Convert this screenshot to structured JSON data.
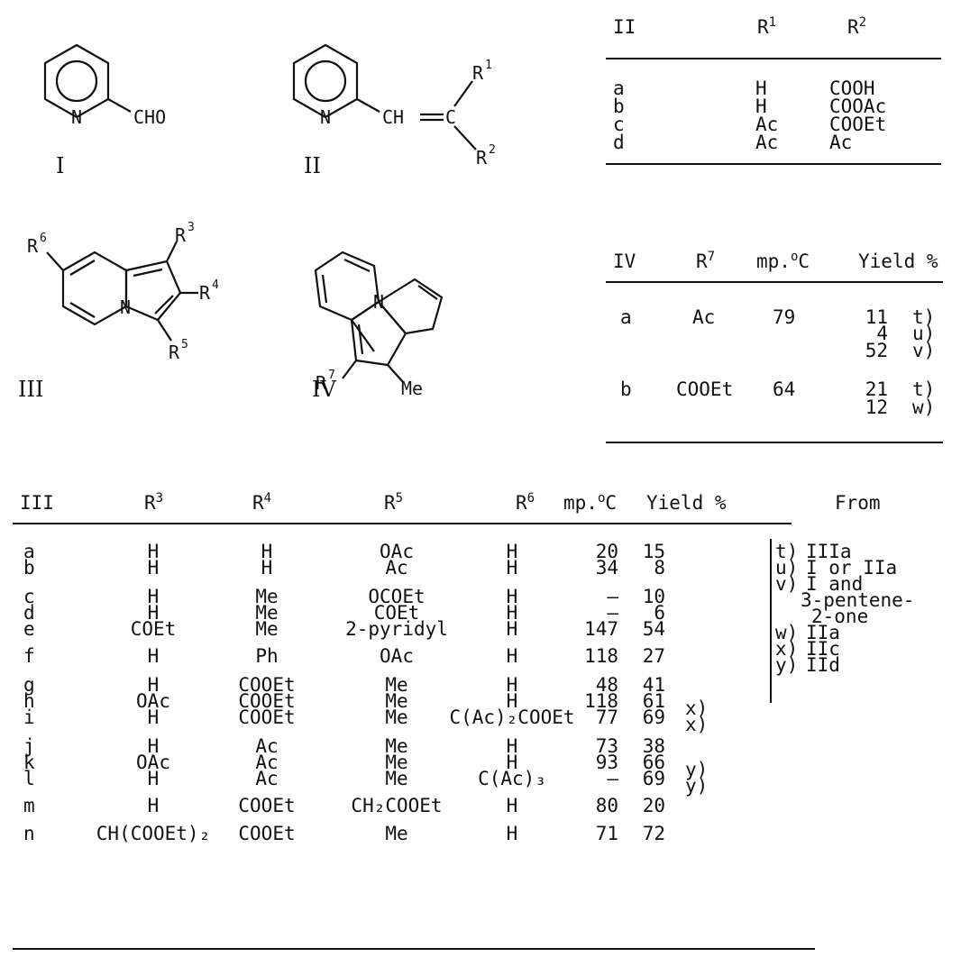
{
  "structures": {
    "I": {
      "label": "I",
      "N": "N",
      "group": "CHO"
    },
    "II": {
      "label": "II",
      "N": "N",
      "chain": "CH=C",
      "r1": "R",
      "r1sup": "1",
      "r2": "R",
      "r2sup": "2"
    },
    "III": {
      "label": "III",
      "N": "N",
      "r3": "R",
      "r3sup": "3",
      "r4": "R",
      "r4sup": "4",
      "r5": "R",
      "r5sup": "5",
      "r6": "R",
      "r6sup": "6"
    },
    "IV": {
      "label": "IV",
      "N": "N",
      "r7": "R",
      "r7sup": "7",
      "me": "Me"
    }
  },
  "tableII": {
    "headers": [
      "II",
      "R",
      "1",
      "R",
      "2"
    ],
    "rows": [
      [
        "a",
        "H",
        "COOH"
      ],
      [
        "b",
        "H",
        "COOAc"
      ],
      [
        "c",
        "Ac",
        "COOEt"
      ],
      [
        "d",
        "Ac",
        "Ac"
      ]
    ]
  },
  "tableIV": {
    "headers": [
      "IV",
      "R",
      "7",
      "mp.",
      "o",
      "C",
      "Yield %"
    ],
    "rows": [
      {
        "id": "a",
        "r7": "Ac",
        "mp": "79",
        "yields": [
          [
            "11",
            "t)"
          ],
          [
            "4",
            "u)"
          ],
          [
            "52",
            "v)"
          ]
        ]
      },
      {
        "id": "b",
        "r7": "COOEt",
        "mp": "64",
        "yields": [
          [
            "21",
            "t)"
          ],
          [
            "12",
            "w)"
          ]
        ]
      }
    ]
  },
  "tableIII": {
    "headers": {
      "id": "III",
      "r3": "R",
      "r3s": "3",
      "r4": "R",
      "r4s": "4",
      "r5": "R",
      "r5s": "5",
      "r6": "R",
      "r6s": "6",
      "mp": "mp.",
      "mps": "o",
      "mpc": "C",
      "yield": "Yield %",
      "from": "From"
    },
    "rows": [
      {
        "id": "a",
        "r3": "H",
        "r4": "H",
        "r5": "OAc",
        "r6": "H",
        "mp": "20",
        "y": "15",
        "note": ""
      },
      {
        "id": "b",
        "r3": "H",
        "r4": "H",
        "r5": "Ac",
        "r6": "H",
        "mp": "34",
        "y": "8",
        "note": ""
      },
      {
        "id": "c",
        "r3": "H",
        "r4": "Me",
        "r5": "OCOEt",
        "r6": "H",
        "mp": "–",
        "y": "10",
        "note": ""
      },
      {
        "id": "d",
        "r3": "H",
        "r4": "Me",
        "r5": "COEt",
        "r6": "H",
        "mp": "–",
        "y": "6",
        "note": ""
      },
      {
        "id": "e",
        "r3": "COEt",
        "r4": "Me",
        "r5": "2-pyridyl",
        "r6": "H",
        "mp": "147",
        "y": "54",
        "note": ""
      },
      {
        "id": "f",
        "r3": "H",
        "r4": "Ph",
        "r5": "OAc",
        "r6": "H",
        "mp": "118",
        "y": "27",
        "note": ""
      },
      {
        "id": "g",
        "r3": "H",
        "r4": "COOEt",
        "r5": "Me",
        "r6": "H",
        "mp": "48",
        "y": "41",
        "note": ""
      },
      {
        "id": "h",
        "r3": "OAc",
        "r4": "COOEt",
        "r5": "Me",
        "r6": "H",
        "mp": "118",
        "y": "61",
        "note": "x)"
      },
      {
        "id": "i",
        "r3": "H",
        "r4": "COOEt",
        "r5": "Me",
        "r6": "C(Ac)₂COOEt",
        "mp": "77",
        "y": "69",
        "note": "x)"
      },
      {
        "id": "j",
        "r3": "H",
        "r4": "Ac",
        "r5": "Me",
        "r6": "H",
        "mp": "73",
        "y": "38",
        "note": ""
      },
      {
        "id": "k",
        "r3": "OAc",
        "r4": "Ac",
        "r5": "Me",
        "r6": "H",
        "mp": "93",
        "y": "66",
        "note": "y)"
      },
      {
        "id": "l",
        "r3": "H",
        "r4": "Ac",
        "r5": "Me",
        "r6": "C(Ac)₃",
        "mp": "–",
        "y": "69",
        "note": "y)"
      },
      {
        "id": "m",
        "r3": "H",
        "r4": "COOEt",
        "r5": "CH₂COOEt",
        "r6": "H",
        "mp": "80",
        "y": "20",
        "note": ""
      },
      {
        "id": "n",
        "r3": "CH(COOEt)₂",
        "r4": "COOEt",
        "r5": "Me",
        "r6": "H",
        "mp": "71",
        "y": "72",
        "note": ""
      }
    ]
  },
  "footnotes": [
    {
      "key": "t)",
      "text": "IIIa"
    },
    {
      "key": "u)",
      "text": "I or IIa"
    },
    {
      "key": "v)",
      "text": "I and"
    },
    {
      "key": "",
      "text": "3-pentene-"
    },
    {
      "key": "",
      "text": "2-one"
    },
    {
      "key": "w)",
      "text": "IIa"
    },
    {
      "key": "x)",
      "text": "IIc"
    },
    {
      "key": "y)",
      "text": "IId"
    }
  ]
}
